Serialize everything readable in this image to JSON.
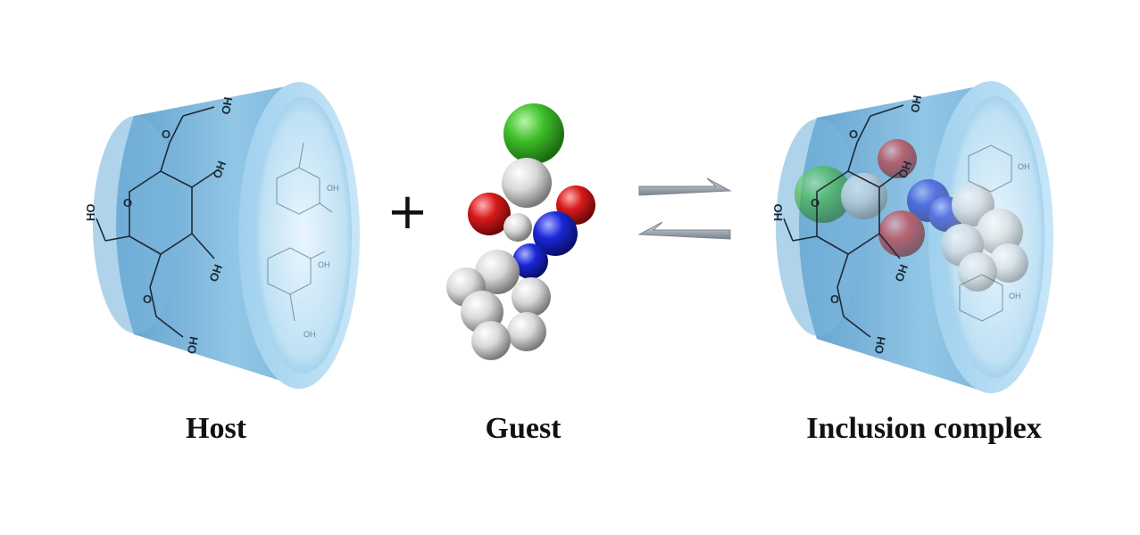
{
  "labels": {
    "host": "Host",
    "guest": "Guest",
    "complex": "Inclusion complex"
  },
  "operators": {
    "plus": "+"
  },
  "colors": {
    "cup_body": "#7fb8dc",
    "cup_rim": "#a9d3ee",
    "cup_inner": "#d5ecf9",
    "atom_chlorine": "#3fbf2a",
    "atom_oxygen": "#d81a1a",
    "atom_nitrogen": "#1a27d8",
    "atom_carbon": "#d4d4d4",
    "arrow": "#9aa3ae"
  },
  "icons": {
    "host": "cyclodextrin-cup-icon",
    "guest": "space-filling-molecule-icon",
    "equilibrium": "equilibrium-arrows-icon"
  }
}
